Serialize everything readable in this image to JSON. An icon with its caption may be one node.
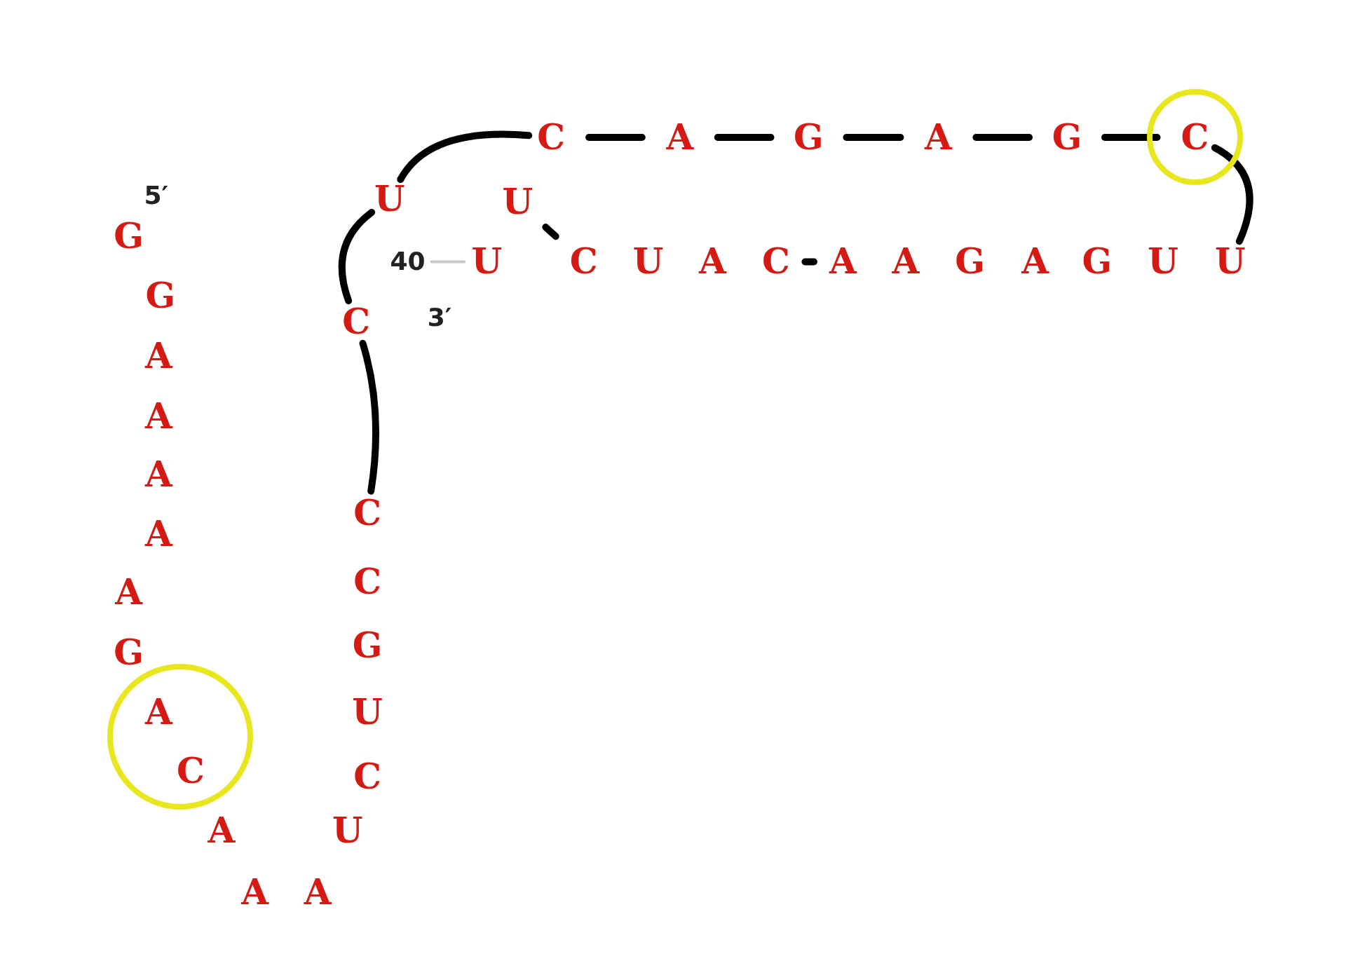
{
  "diagram": {
    "nodes": [
      {
        "text": [
          "G"
        ]
      },
      {
        "text": [
          "G"
        ]
      },
      {
        "text": [
          "A"
        ]
      },
      {
        "text": [
          "A"
        ]
      },
      {
        "text": [
          "A"
        ]
      },
      {
        "text": [
          "A"
        ]
      },
      {
        "text": [
          "A"
        ]
      },
      {
        "text": [
          "G"
        ]
      },
      {
        "text": [],
        "shape": "circle"
      },
      {
        "text": [
          "A"
        ],
        "in": 8
      },
      {
        "text": [
          "C"
        ],
        "in": 8
      },
      {
        "text": [
          "A"
        ]
      },
      {
        "text": [
          "A"
        ]
      },
      {
        "text": [
          "A"
        ]
      },
      {
        "text": [
          "U"
        ]
      },
      {
        "text": [
          "C"
        ]
      },
      {
        "text": [
          "U"
        ]
      },
      {
        "text": [
          "G"
        ]
      },
      {
        "text": [
          "C"
        ]
      },
      {
        "text": [
          "C"
        ]
      },
      {
        "text": [
          "C"
        ]
      },
      {
        "text": [
          "U"
        ]
      },
      {
        "text": [
          "C"
        ]
      },
      {
        "text": [
          "A"
        ]
      },
      {
        "text": [
          "G"
        ]
      },
      {
        "text": [
          "A"
        ]
      },
      {
        "text": [
          "G"
        ]
      },
      {
        "text": [],
        "shape": "circle"
      },
      {
        "text": [
          "C"
        ],
        "in": 27
      },
      {
        "text": [
          "U"
        ]
      },
      {
        "text": [
          "U"
        ]
      },
      {
        "text": [
          "G"
        ]
      },
      {
        "text": [
          "A"
        ]
      },
      {
        "text": [
          "G"
        ]
      },
      {
        "text": [
          "A"
        ]
      },
      {
        "text": [
          "A"
        ]
      },
      {
        "text": [
          "C"
        ]
      },
      {
        "text": [
          "A"
        ]
      },
      {
        "text": [
          "U"
        ]
      },
      {
        "text": [
          "C"
        ]
      },
      {
        "text": [
          "U"
        ]
      },
      {
        "text": [
          "U"
        ]
      },
      {
        "text": [
          "40"
        ]
      }
    ],
    "edges": [
      {
        "from": 22,
        "to": 23,
        "arrow": "none"
      },
      {
        "from": 23,
        "to": 24,
        "arrow": "none"
      },
      {
        "from": 24,
        "to": 25,
        "arrow": "none"
      },
      {
        "from": 25,
        "to": 26,
        "arrow": "none"
      },
      {
        "from": 26,
        "to": 28,
        "arrow": "none"
      },
      {
        "from": 36,
        "to": 35,
        "arrow": "none"
      },
      {
        "from": 21,
        "to": 22,
        "arrow": "none"
      },
      {
        "from": 20,
        "to": 21,
        "arrow": "none"
      },
      {
        "from": 28,
        "to": 29,
        "arrow": "none"
      },
      {
        "from": 20,
        "to": 19,
        "arrow": "none"
      },
      {
        "from": 40,
        "to": 39,
        "arrow": "none"
      },
      {
        "from": 42,
        "to": 41,
        "arrow": "none",
        "color": "#c8c8c8"
      }
    ],
    "labels": [
      "5′",
      "3′"
    ]
  }
}
